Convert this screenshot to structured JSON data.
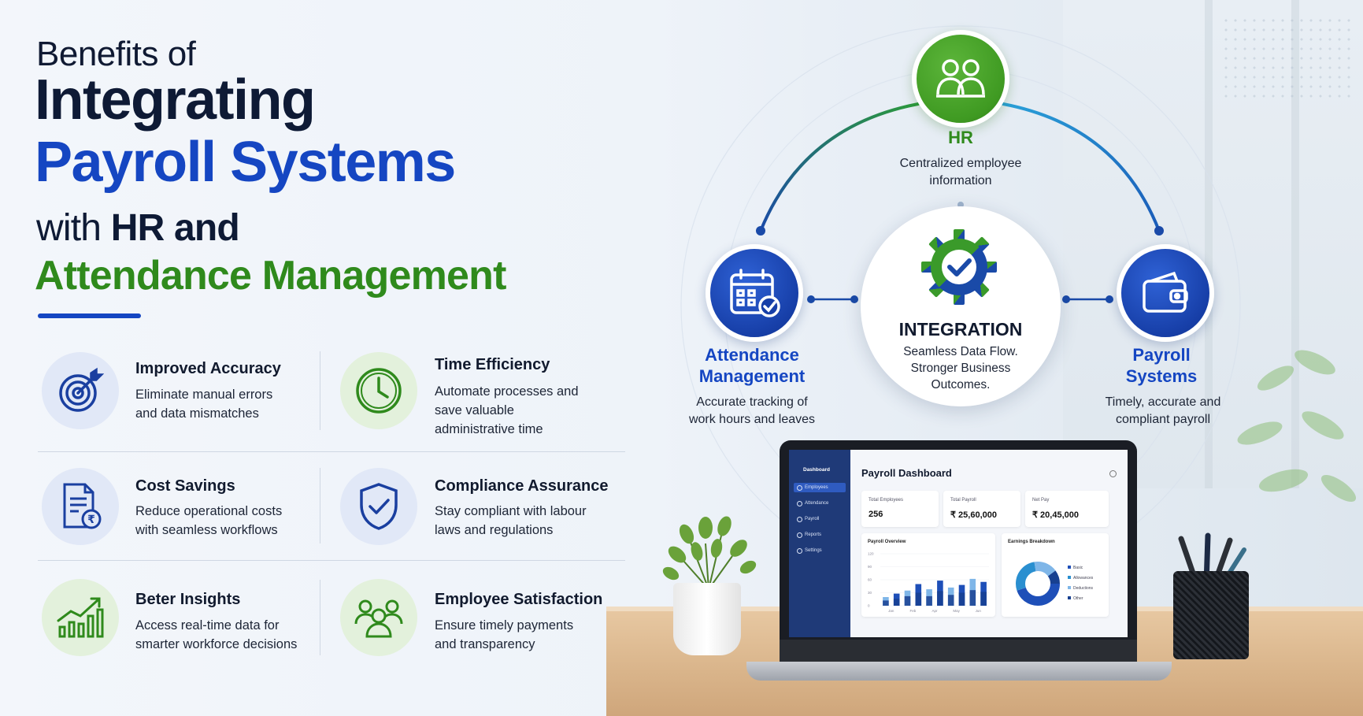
{
  "headline": {
    "line1": "Benefits of",
    "line2": "Integrating",
    "line3": "Payroll Systems",
    "line4_pre": "with ",
    "line4_bold": "HR and",
    "line5": "Attendance Management"
  },
  "benefits": [
    {
      "icon": "target-icon",
      "title": "Improved Accuracy",
      "desc": "Eliminate manual errors and data mismatches"
    },
    {
      "icon": "clock-icon",
      "title": "Time Efficiency",
      "desc": "Automate processes and save valuable administrative time"
    },
    {
      "icon": "rupee-document-icon",
      "title": "Cost Savings",
      "desc": "Reduce operational costs with seamless workflows"
    },
    {
      "icon": "shield-check-icon",
      "title": "Compliance Assurance",
      "desc": "Stay compliant with labour laws and regulations"
    },
    {
      "icon": "growth-chart-icon",
      "title": "Beter Insights",
      "desc": "Access real-time data for smarter workforce decisions"
    },
    {
      "icon": "people-icon",
      "title": "Employee Satisfaction",
      "desc": "Ensure timely payments and transparency"
    }
  ],
  "diagram": {
    "hr": {
      "title": "HR",
      "desc_line1": "Centralized employee",
      "desc_line2": "information"
    },
    "attendance": {
      "title_line1": "Attendance",
      "title_line2": "Management",
      "desc_line1": "Accurate tracking of",
      "desc_line2": "work hours and leaves"
    },
    "payroll": {
      "title_line1": "Payroll",
      "title_line2": "Systems",
      "desc_line1": "Timely, accurate and",
      "desc_line2": "compliant payroll"
    },
    "center": {
      "title": "INTEGRATION",
      "line1": "Seamless Data Flow.",
      "line2": "Stronger Business",
      "line3": "Outcomes."
    }
  },
  "dashboard": {
    "sidebar_title": "Dashboard",
    "nav": [
      "Employees",
      "Attendance",
      "Payroll",
      "Reports",
      "Settings"
    ],
    "title": "Payroll Dashboard",
    "stats": [
      {
        "label": "Total Employees",
        "value": "256"
      },
      {
        "label": "Total Payroll",
        "value": "₹ 25,60,000"
      },
      {
        "label": "Net Pay",
        "value": "₹ 20,45,000"
      }
    ],
    "overview_title": "Payroll Overview",
    "breakdown_title": "Earnings Breakdown",
    "legend": [
      "Basic",
      "Allowances",
      "Deductions",
      "Other"
    ],
    "months": [
      "Jan",
      "Feb",
      "Apr",
      "May",
      "Jun"
    ],
    "y_ticks": [
      "120",
      "90",
      "60",
      "30",
      "0"
    ]
  },
  "chart_data": {
    "type": "bar",
    "categories": [
      "Jan",
      "Feb",
      "Apr",
      "May",
      "Jun"
    ],
    "series": [
      {
        "values": [
          20,
          28,
          35,
          50,
          38,
          58,
          42,
          48,
          62,
          55
        ]
      },
      {
        "values": [
          12,
          16,
          22,
          30,
          22,
          34,
          25,
          30,
          36,
          32
        ]
      }
    ],
    "ylim": [
      0,
      120
    ]
  },
  "colors": {
    "navy": "#0e1a35",
    "blue": "#1546c2",
    "green": "#2f8a1c"
  }
}
